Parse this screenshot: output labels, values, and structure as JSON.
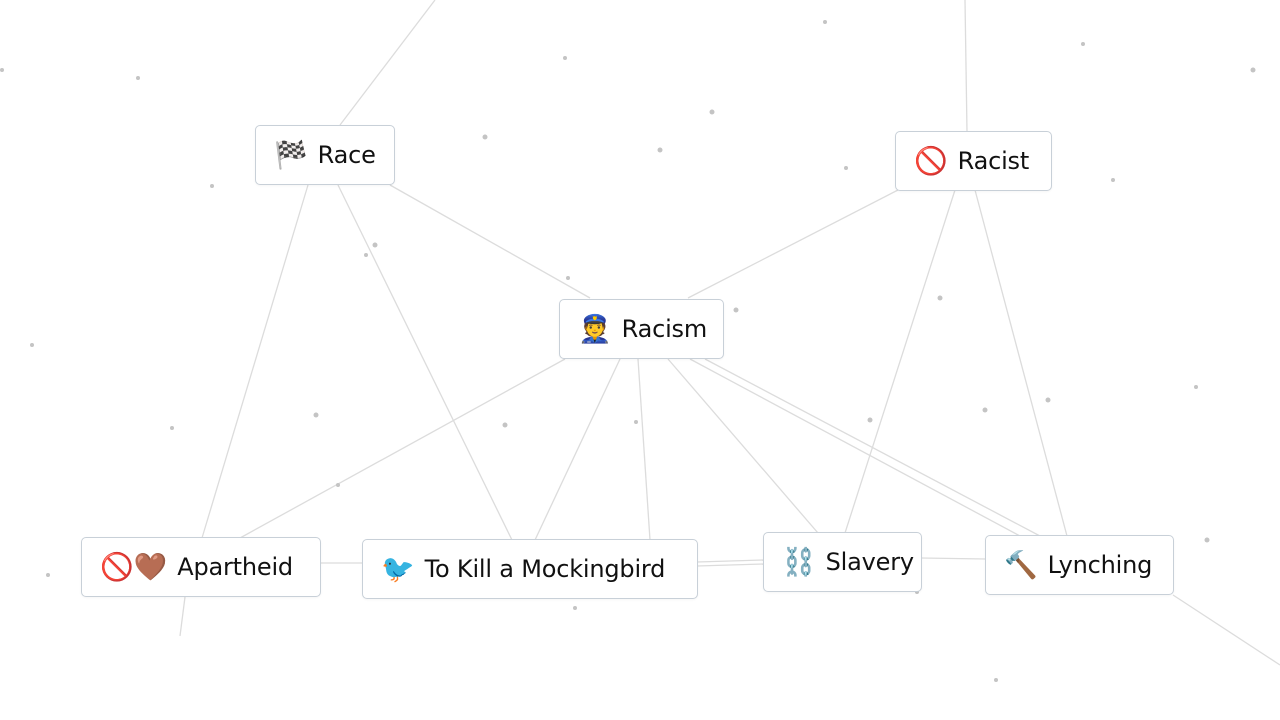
{
  "elements": {
    "race": {
      "emoji": "🏁",
      "label": "Race"
    },
    "racist": {
      "emoji": "🚫",
      "label": "Racist"
    },
    "racism": {
      "emoji": "👮",
      "label": "Racism"
    },
    "apartheid": {
      "emoji": "🚫🤎",
      "label": "Apartheid"
    },
    "mockingbird": {
      "emoji": "🐦",
      "label": "To Kill a Mockingbird"
    },
    "slavery": {
      "emoji": "⛓️",
      "label": "Slavery"
    },
    "lynching": {
      "emoji": "🔨",
      "label": "Lynching"
    }
  },
  "icons": {
    "race": "checkered-flag-icon",
    "racist": "prohibited-icon",
    "racism": "police-officer-icon",
    "apartheid": [
      "prohibited-icon",
      "brown-heart-icon"
    ],
    "mockingbird": "red-bird-icon",
    "slavery": "chains-icon",
    "lynching": "hammer-icon"
  },
  "colors": {
    "background": "#ffffff",
    "card_border": "#c8d0d8",
    "connector": "#dcdcdc",
    "text": "#111111"
  }
}
